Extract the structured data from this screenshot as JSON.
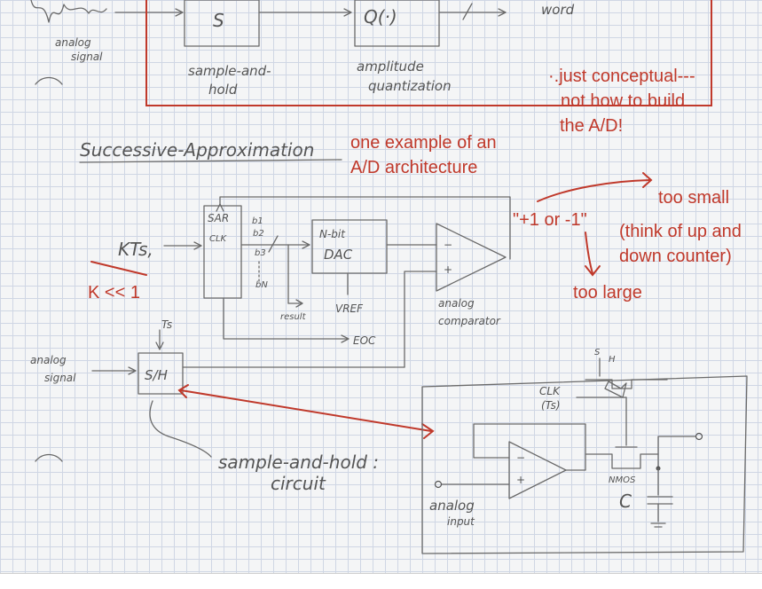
{
  "top_block": {
    "s_label": "S",
    "q_label": "Q(·)",
    "word_label": "word",
    "analog_signal": "analog",
    "analog_signal2": "signal",
    "sample_hold": "sample-and-",
    "sample_hold2": "hold",
    "amp_quant": "amplitude",
    "amp_quant2": "quantization"
  },
  "notes": {
    "conceptual1": "·.just conceptual---",
    "conceptual2": "not how to build",
    "conceptual3": "the A/D!",
    "example1": "one example of an",
    "example2": "A/D architecture",
    "too_small": "too small",
    "plus_minus": "\"+1 or -1\"",
    "think1": "(think of up and",
    "think2": "down counter)",
    "too_large": "too large",
    "k_cond": "K << 1"
  },
  "sar": {
    "title": "Successive-Approximation",
    "sar_label": "SAR",
    "clk": "CLK",
    "kts": "KTs,",
    "b1": "b1",
    "b2": "b2",
    "b3": "b3",
    "bn": "bN",
    "nbit": "N-bit",
    "dac": "DAC",
    "vref": "VREF",
    "result": "result",
    "eoc": "EOC",
    "comp_minus": "−",
    "comp_plus": "+",
    "analog_comp": "analog",
    "analog_comp2": "comparator"
  },
  "sh": {
    "ts": "Ts",
    "analog_signal": "analog",
    "analog_signal2": "signal",
    "sh_label": "S/H",
    "circuit": "sample-and-hold :",
    "circuit2": "circuit"
  },
  "circuit": {
    "s": "S",
    "h": "H",
    "clk": "CLK",
    "clk_ts": "(Ts)",
    "nmos": "NMOS",
    "c": "C",
    "analog_input": "analog",
    "analog_input2": "input",
    "minus": "−",
    "plus": "+"
  }
}
